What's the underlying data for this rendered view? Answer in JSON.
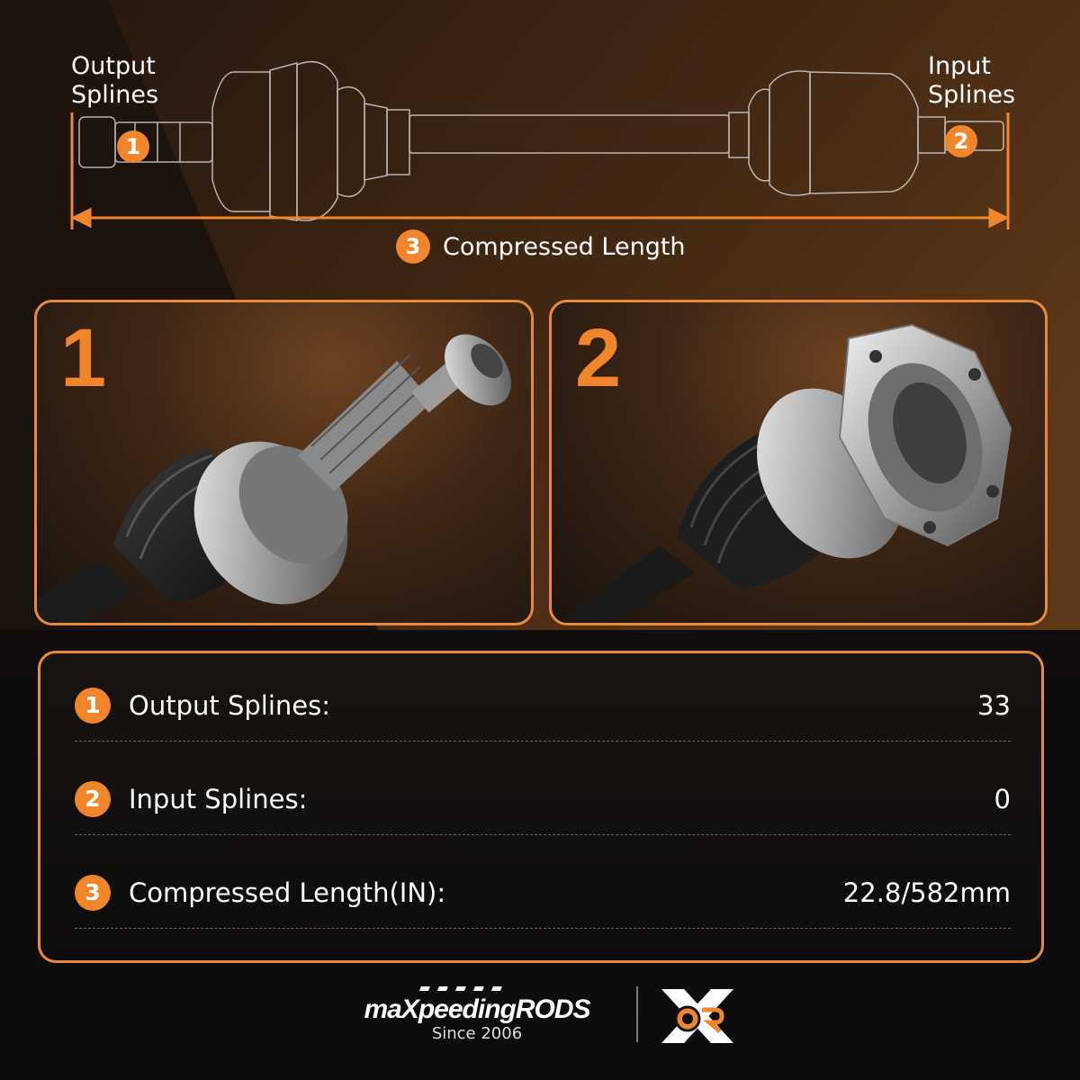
{
  "diagram": {
    "output_label_line1": "Output",
    "output_label_line2": "Splines",
    "input_label_line1": "Input",
    "input_label_line2": "Splines",
    "marker_1": "1",
    "marker_2": "2",
    "marker_3": "3",
    "compressed_length_label": "Compressed Length"
  },
  "panels": [
    {
      "number": "1"
    },
    {
      "number": "2"
    }
  ],
  "specs": [
    {
      "index": "1",
      "label": "Output Splines:",
      "value": "33"
    },
    {
      "index": "2",
      "label": "Input Splines:",
      "value": "0"
    },
    {
      "index": "3",
      "label": "Compressed Length(IN):",
      "value": "22.8/582mm"
    }
  ],
  "footer": {
    "brand": "maXpeedingRODS",
    "since": "Since 2006"
  },
  "colors": {
    "accent": "#f0852c",
    "border": "#e98a3a"
  }
}
